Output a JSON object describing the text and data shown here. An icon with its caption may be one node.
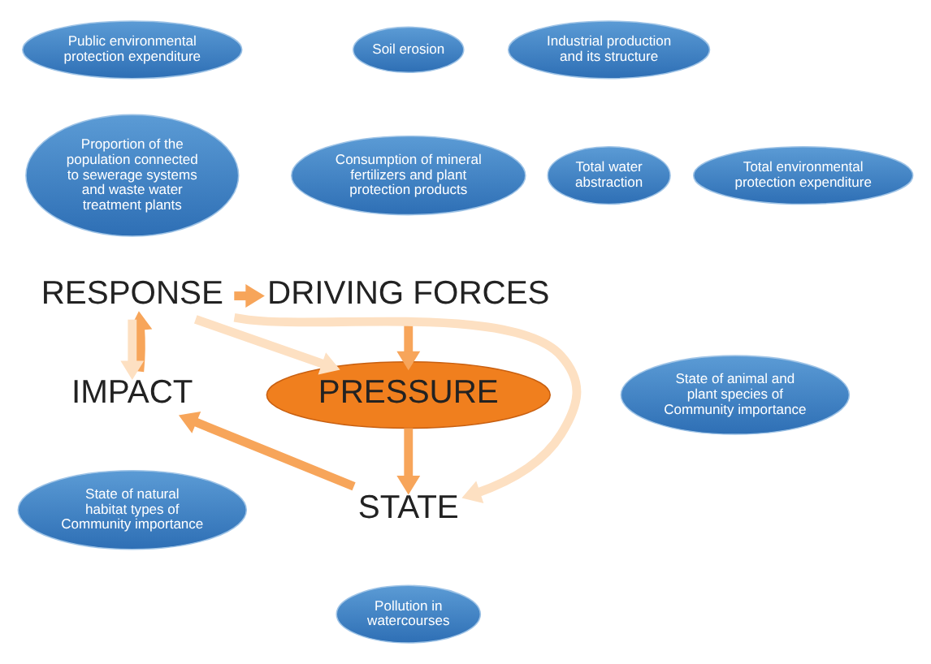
{
  "diagram": {
    "nodes": [
      {
        "text": [
          "DRIVING FORCES"
        ]
      },
      {
        "text": [
          "Industrial production and its structure"
        ]
      },
      {
        "text": [
          "Total water abstraction"
        ]
      },
      {
        "text": [
          "Soil erosion"
        ]
      },
      {
        "text": [
          "Consumption of mineral fertilizers and plant protection products"
        ]
      },
      {
        "text": [
          "PRESSURE"
        ]
      },
      {
        "text": [
          "STATE"
        ]
      },
      {
        "text": [
          "Pollution in watercourses"
        ]
      },
      {
        "text": [
          "IMPACT"
        ]
      },
      {
        "text": [
          "State of animal and plant species of Community importance"
        ]
      },
      {
        "text": [
          "State of natural habitat types of Community importance"
        ]
      },
      {
        "text": [
          "RESPONSE"
        ]
      },
      {
        "text": [
          "Total environmental protection expenditure"
        ]
      },
      {
        "text": [
          "Public environmental protection expenditure"
        ]
      },
      {
        "text": [
          "Proportion of the population connected to sewerage systems and waste water treatment plants"
        ]
      }
    ],
    "edges": [
      {
        "from": 0,
        "to": 5,
        "arrow": "to"
      },
      {
        "from": 5,
        "to": 6,
        "arrow": "to"
      },
      {
        "from": 6,
        "to": 8,
        "arrow": "to"
      },
      {
        "from": 8,
        "to": 11,
        "arrow": "to"
      },
      {
        "from": 11,
        "to": 0,
        "arrow": "to"
      },
      {
        "from": 11,
        "to": 5,
        "arrow": "to",
        "color": "#fde0c2"
      },
      {
        "from": 11,
        "to": 6,
        "arrow": "to",
        "color": "#fde0c2"
      },
      {
        "from": 11,
        "to": 8,
        "arrow": "to",
        "color": "#fde0c2"
      }
    ]
  }
}
